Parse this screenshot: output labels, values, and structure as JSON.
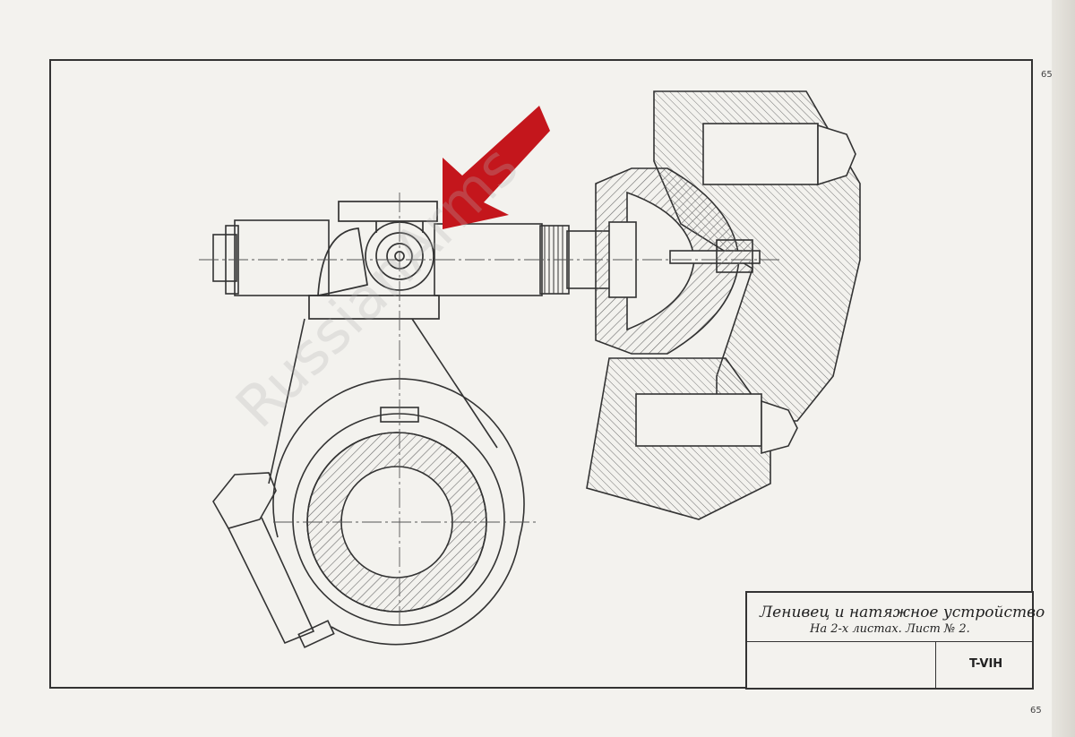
{
  "title_block": {
    "title": "Ленивец и натяжное устройство",
    "subtitle": "На 2-х листах. Лист № 2.",
    "code": "T-VIH"
  },
  "page_numbers": {
    "top": "65",
    "bottom": "65"
  },
  "watermark": "RussianArms",
  "colors": {
    "paper": "#f3f2ee",
    "ink": "#333333",
    "hatch": "#6b6b6b",
    "arrow": "#c4161c"
  },
  "annotation_arrow": {
    "icon": "arrow-pointer-icon"
  }
}
